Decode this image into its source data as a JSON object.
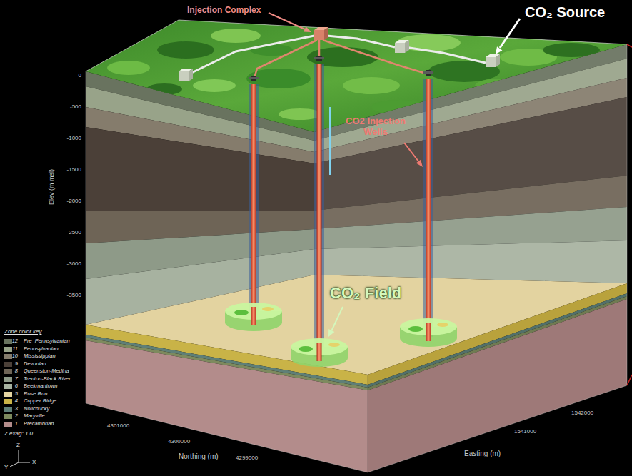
{
  "diagram": {
    "labels": [
      "Injection Complex",
      "CO₂ Source",
      "CO2 Injection Wells",
      "CO₂ Field",
      "Elev (m msl)",
      "0",
      "-500",
      "-1000",
      "-1500",
      "-2000",
      "-2500",
      "-3000",
      "-3500",
      "4301000",
      "4300000",
      "4299000",
      "Northing (m)",
      "1541000",
      "1542000",
      "Easting (m)",
      "Zone color key",
      "12",
      "11",
      "10",
      "9",
      "8",
      "7",
      "6",
      "5",
      "4",
      "3",
      "2",
      "1",
      "Z exag: 1.0",
      "Z",
      "Y",
      "X"
    ],
    "legend": [
      {
        "text": "Pre_Pennsylvanian",
        "color": "#69735f"
      },
      {
        "text": "Pennsylvanian",
        "color": "#98a389"
      },
      {
        "text": "Mississippian",
        "color": "#857c6c"
      },
      {
        "text": "Devonian",
        "color": "#4b4038"
      },
      {
        "text": "Queenston-Medina",
        "color": "#6e6456"
      },
      {
        "text": "Trenton-Black River",
        "color": "#8e9a88"
      },
      {
        "text": "Beekmantown",
        "color": "#a7b2a0"
      },
      {
        "text": "Rose Run",
        "color": "#e3d3a0"
      },
      {
        "text": "Copper Ridge",
        "color": "#c9b347"
      },
      {
        "text": "Nolichucky",
        "color": "#5f7f77"
      },
      {
        "text": "Maryville",
        "color": "#7d8a5e"
      },
      {
        "text": "Precambrian",
        "color": "#b38c8b"
      }
    ]
  }
}
